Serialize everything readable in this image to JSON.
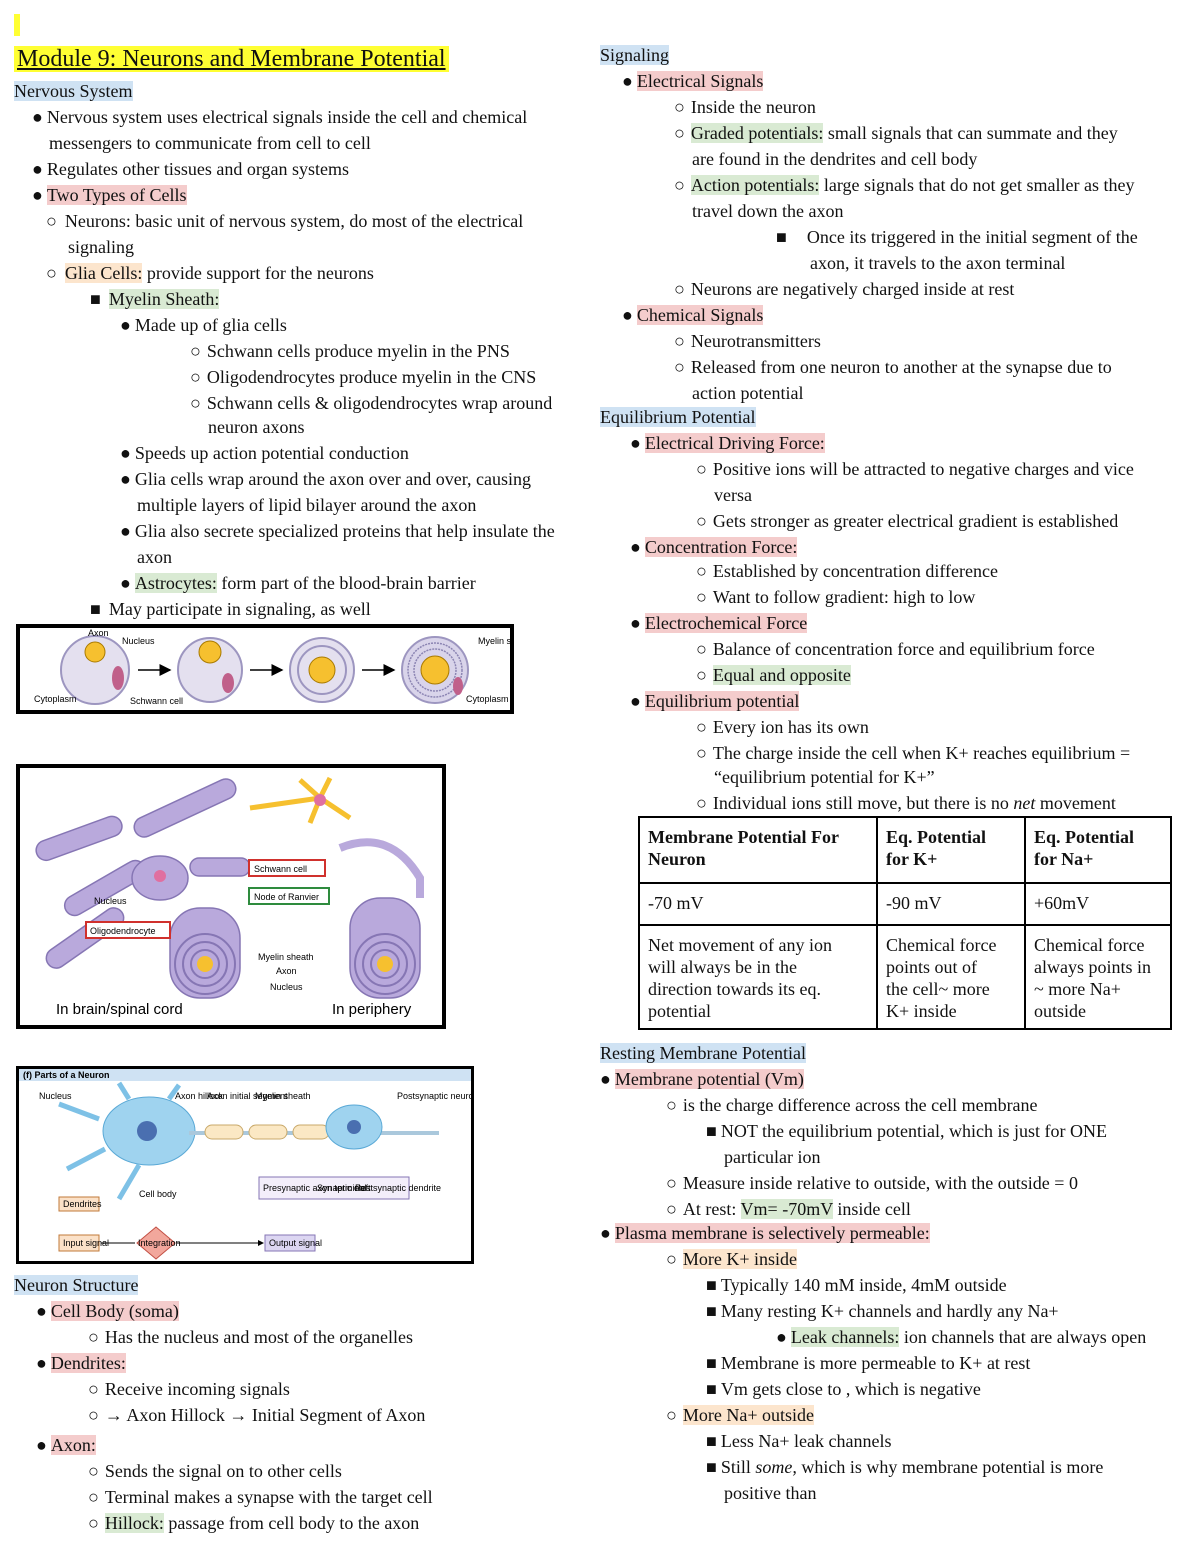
{
  "title": "Module 9: Neurons and Membrane Potential",
  "left": {
    "nervous_system": {
      "heading": "Nervous System",
      "items": [
        "Nervous system uses electrical signals inside the cell and chemical",
        "messengers to communicate from cell to cell",
        "Regulates other tissues and organ systems",
        "Two Types of Cells",
        "Neurons: basic unit of nervous system, do most of the electrical",
        "signaling",
        "Glia Cells:",
        " provide support for the neurons",
        "Myelin Sheath:",
        "Made up of glia cells",
        "Schwann cells produce myelin in the PNS",
        "Oligodendrocytes produce myelin in the CNS",
        "Schwann cells & oligodendrocytes wrap around",
        "neuron axons",
        "Speeds up action potential conduction",
        "Glia cells wrap around the axon over and over, causing",
        "multiple layers of lipid bilayer around the axon",
        "Glia also secrete specialized proteins that help insulate the",
        "axon",
        "Astrocytes:",
        " form part of the blood-brain barrier",
        "May participate in signaling, as well"
      ]
    },
    "fig1_labels": [
      "Axon",
      "Nucleus",
      "Cytoplasm",
      "Schwann cell",
      "Myelin sheath",
      "Cytoplasm"
    ],
    "fig2_labels": [
      "Schwann cell",
      "Node of Ranvier",
      "Nucleus",
      "Oligodendrocyte",
      "Myelin sheath",
      "Axon",
      "Nucleus",
      "In brain/spinal cord",
      "In periphery"
    ],
    "fig3_labels": [
      "(f) Parts of a Neuron",
      "Nucleus",
      "Axon hillock",
      "Axon initial segment",
      "Myelin sheath",
      "Postsynaptic neuron",
      "Presynaptic axon terminal",
      "Synaptic cleft",
      "Postsynaptic dendrite",
      "Dendrites",
      "Cell body",
      "Input signal",
      "Integration",
      "Output signal"
    ],
    "neuron_structure": {
      "heading": "Neuron Structure",
      "items": [
        "Cell Body (soma)",
        "Has the nucleus and most of the organelles",
        "Dendrites:",
        "Receive incoming signals",
        "→ Axon Hillock → Initial Segment of Axon",
        "Axon:",
        "Sends the signal on to other cells",
        "Terminal makes a synapse with the target cell",
        "Hillock:",
        " passage from cell body to the axon"
      ]
    }
  },
  "right": {
    "signaling": {
      "heading": "Signaling",
      "items": [
        "Electrical Signals",
        "Inside the neuron",
        "Graded potentials:",
        " small signals that can summate and they",
        "are found in the dendrites and cell body",
        "Action potentials:",
        " large signals that do not get smaller as they",
        "travel down the axon",
        "Once its triggered in the initial segment of the",
        "axon, it travels to the axon terminal",
        "Neurons are negatively charged inside at rest",
        "Chemical Signals",
        "Neurotransmitters",
        "Released from one neuron to another at the synapse due to",
        "action potential"
      ]
    },
    "equilibrium": {
      "heading": "Equilibrium Potential",
      "items": [
        "Electrical Driving Force:",
        "Positive ions will be attracted to negative charges and vice",
        "versa",
        "Gets stronger as greater electrical gradient is established",
        "Concentration Force:",
        "Established by concentration difference",
        "Want to follow gradient: high to low",
        "Electrochemical Force",
        "Balance of concentration force  and equilibrium force",
        "Equal and opposite",
        "Equilibrium potential",
        "Every ion has its own",
        "The charge inside the cell when K+ reaches equilibrium =",
        "“equilibrium potential  for K+”",
        "Individual ions still move, but there is no ",
        "net",
        " movement"
      ]
    },
    "table": {
      "headers": [
        [
          "Membrane Potential For",
          "Neuron"
        ],
        [
          "Eq. Potential",
          "for K+"
        ],
        [
          "Eq. Potential",
          "for Na+"
        ]
      ],
      "row1": [
        "-70 mV",
        "-90 mV",
        "+60mV"
      ],
      "row2": [
        [
          "Net movement of any ion",
          "will always be in the",
          "direction towards its eq.",
          "potential"
        ],
        [
          "Chemical force",
          "points out of",
          "the cell~ more",
          "K+ inside"
        ],
        [
          "Chemical force",
          "always points in",
          "~ more Na+",
          "outside"
        ]
      ]
    },
    "resting": {
      "heading": "Resting Membrane Potential",
      "items": [
        "Membrane potential (Vm)",
        "is the charge difference across the cell membrane",
        "NOT the equilibrium potential, which is just for ONE",
        "particular ion",
        "Measure inside relative to outside, with the outside = 0",
        "At rest: ",
        "Vm= -70mV",
        " inside cell",
        "Plasma membrane is selectively permeable:",
        "More K+ inside",
        "Typically 140 mM inside, 4mM outside",
        "Many resting K+ channels and hardly any Na+",
        "Leak channels:",
        " ion channels that are always open",
        "Membrane is more permeable to K+ at rest",
        "Vm gets close to  , which is negative",
        "More Na+ outside",
        "Less Na+ leak channels",
        "Still ",
        "some,",
        " which is why membrane potential is more",
        "positive than"
      ]
    }
  }
}
